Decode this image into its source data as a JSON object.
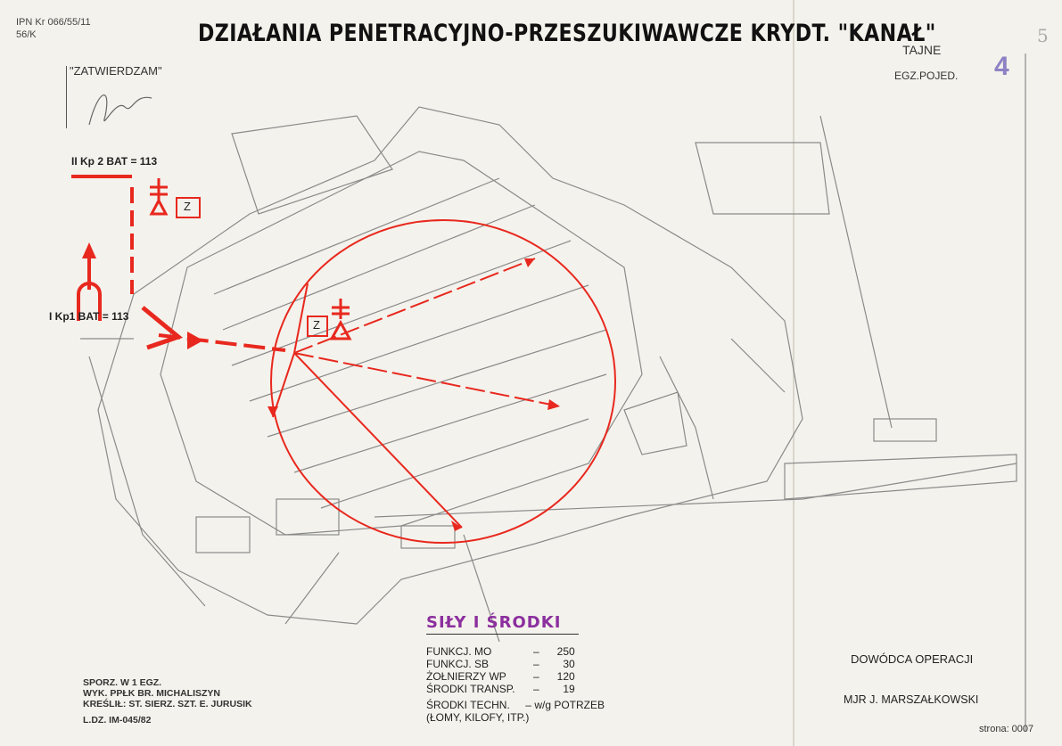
{
  "archive_ref": [
    "IPN Kr 066/55/11",
    "56/K"
  ],
  "title": "DZIAŁANIA PENETRACYJNO-PRZESZUKIWAWCZE KRYDT. \"KANAŁ\"",
  "approval": "\"ZATWIERDZAM\"",
  "classification": "TAJNE",
  "copy_type": "EGZ.POJED.",
  "copy_number": "4",
  "sheet_number": "5",
  "units": {
    "unit_2": "II Kp 2 BAT = 113",
    "unit_1": "I Kp1 BAT = 113",
    "symbol_letter": "Z"
  },
  "forces": {
    "heading": "SIŁY I ŚRODKI",
    "rows": [
      {
        "label": "FUNKCJ. MO",
        "value": "250"
      },
      {
        "label": "FUNKCJ. SB",
        "value": "30"
      },
      {
        "label": "ŻOŁNIERZY WP",
        "value": "120"
      },
      {
        "label": "ŚRODKI TRANSP.",
        "value": "19"
      },
      {
        "label": "ŚRODKI TECHN.",
        "value": "w/g POTRZEB"
      }
    ],
    "note": "(ŁOMY, KILOFY, ITP.)"
  },
  "prepared": [
    "SPORZ. W 1 EGZ.",
    "WYK. PPŁK BR. MICHALISZYN",
    "KREŚLIŁ: ST. SIERZ. SZT. E. JURUSIK",
    "L.DZ. IM-045/82"
  ],
  "commander_title": "DOWÓDCA OPERACJI",
  "commander_name": "MJR J. MARSZAŁKOWSKI",
  "page_label": "strona: 0007",
  "colors": {
    "red": "#e8281e",
    "purple": "#8b2f9e",
    "paper": "#f4f2ec",
    "map_line": "#8a8a8a"
  }
}
